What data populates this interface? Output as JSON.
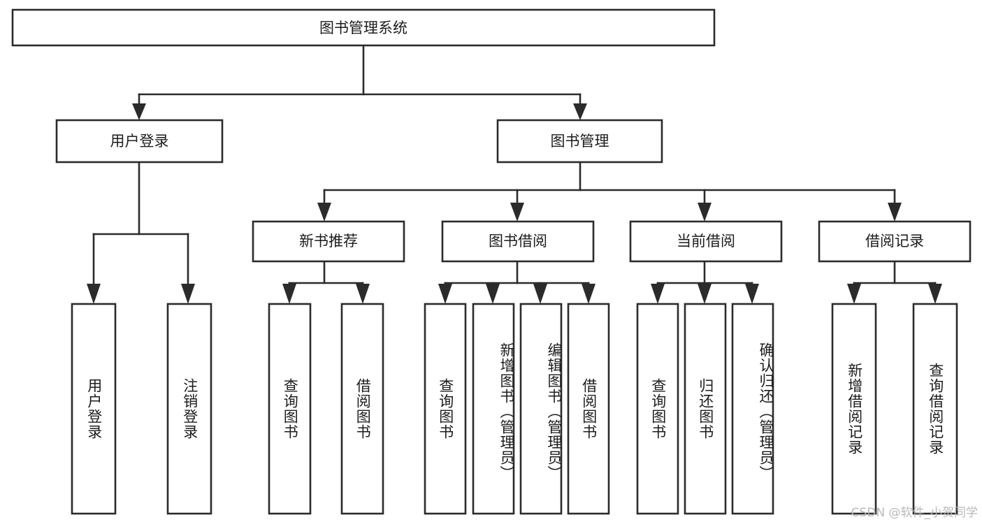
{
  "diagram": {
    "type": "tree",
    "title": "图书管理系统",
    "orientation": "top-down",
    "colors": {
      "box_fill": "#ffffff",
      "box_stroke": "#2b2b2b",
      "text": "#1c1c1c",
      "watermark": "#b9b9b9"
    },
    "root": {
      "label": "图书管理系统"
    },
    "level2": [
      {
        "label": "用户登录"
      },
      {
        "label": "图书管理"
      }
    ],
    "level3": [
      {
        "label": "新书推荐"
      },
      {
        "label": "图书借阅"
      },
      {
        "label": "当前借阅"
      },
      {
        "label": "借阅记录"
      }
    ],
    "leaves": {
      "user_login": [
        {
          "label": "用户登录"
        },
        {
          "label": "注销登录"
        }
      ],
      "new_book_recommend": [
        {
          "label": "查询图书"
        },
        {
          "label": "借阅图书"
        }
      ],
      "book_borrow": [
        {
          "label": "查询图书"
        },
        {
          "label": "新增图书（管理员）"
        },
        {
          "label": "编辑图书（管理员）"
        },
        {
          "label": "借阅图书"
        }
      ],
      "current_borrow": [
        {
          "label": "查询图书"
        },
        {
          "label": "归还图书"
        },
        {
          "label": "确认归还（管理员）"
        }
      ],
      "borrow_record": [
        {
          "label": "新增借阅记录"
        },
        {
          "label": "查询借阅记录"
        }
      ]
    }
  },
  "watermark": {
    "text": "CSDN @软件_小贺同学"
  }
}
